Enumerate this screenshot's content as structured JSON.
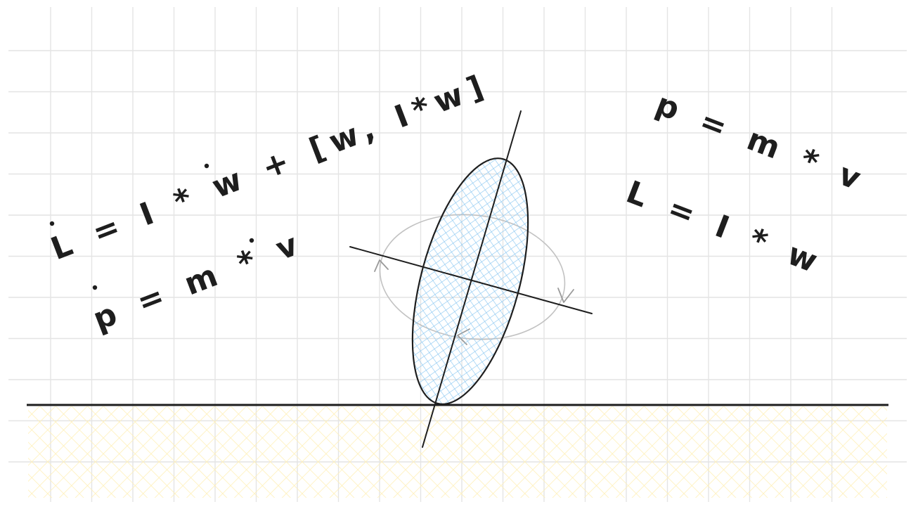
{
  "colors": {
    "ink": "#1e1e1e",
    "grid": "#e4e4e4",
    "ellipse_fill": "#a5d8ff",
    "ground_fill": "#ffec99",
    "rotation_path": "#bdbdbd"
  },
  "equations": {
    "left_top": "L = I * w + [w, I*w]",
    "left_bottom": "p = m * v",
    "right_top": "p = m * v",
    "right_bottom": "L = I * w"
  },
  "icons": {
    "rotation_arrows": "curved-arrow-icon"
  }
}
